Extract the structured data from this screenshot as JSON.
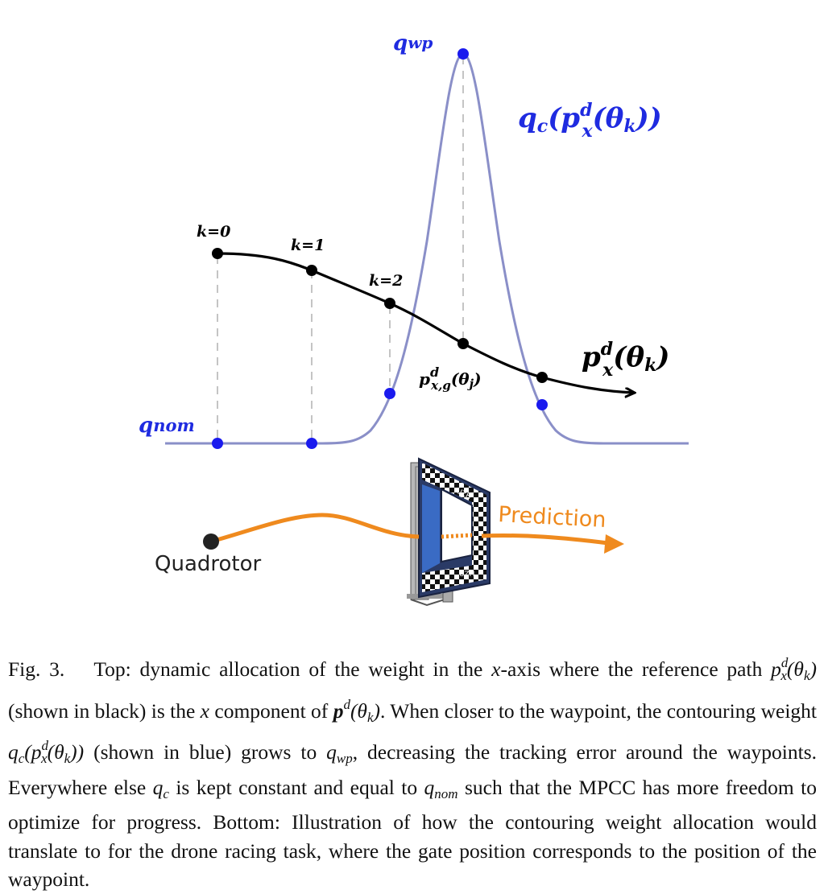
{
  "figure": {
    "top": {
      "labels": {
        "q_wp": "q",
        "q_wp_sub": "wp",
        "q_c_expr": "q",
        "q_c_sub": "c",
        "q_nom": "q",
        "q_nom_sub": "nom",
        "px_theta_k": "p",
        "px_g_theta_j": "p"
      },
      "k_labels": [
        "k=0",
        "k=1",
        "k=2"
      ],
      "colors": {
        "weight_curve": "#8a8fc8",
        "blue_points": "#1a1aee",
        "path": "#000000",
        "blue_text": "#1f2be0"
      }
    },
    "bottom": {
      "quadrotor_label": "Quadrotor",
      "prediction_label": "Prediction",
      "gate_text_top": "UZH",
      "gate_text_bottom": "UZH",
      "colors": {
        "trajectory": "#ef8a1e",
        "gate_frame": "#2a3a66"
      }
    }
  },
  "caption": {
    "fig_number": "Fig. 3.",
    "segments": [
      "Top: dynamic allocation of the weight in the ",
      "x",
      "-axis where the reference path ",
      " (shown in black) is the ",
      "x",
      " component of ",
      ". When closer to the waypoint, the contouring weight ",
      " (shown in blue) grows to ",
      ", decreasing the tracking error around the waypoints. Everywhere else ",
      " is kept constant and equal to ",
      " such that the MPCC has more freedom to optimize for progress. Bottom: Illustration of how the contouring weight allocation would translate to for the drone racing task, where the gate position corresponds to the position of the waypoint."
    ]
  }
}
